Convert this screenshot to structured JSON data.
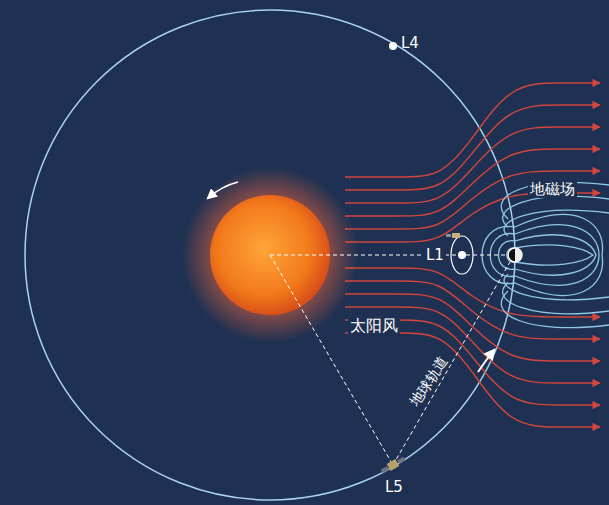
{
  "diagram": {
    "labels": [
      "L4",
      "L1",
      "地磁场",
      "太阳风",
      "地球轨道",
      "L5"
    ]
  }
}
